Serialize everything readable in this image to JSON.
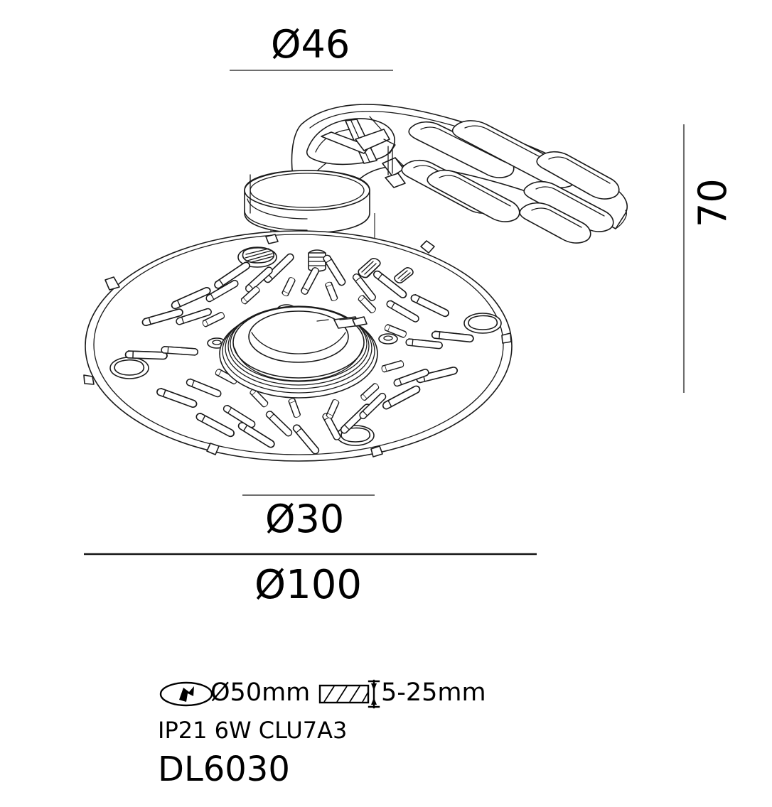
{
  "drawing": {
    "title": "DL6030 recessed downlight dimensional drawing",
    "view": "isometric-exploded",
    "line_color": "#1a1a1a",
    "dim_line_color": "#6e6e6e",
    "background": "#ffffff"
  },
  "dimensions": {
    "top": {
      "name": "fixture-body-diameter",
      "label": "Ø46",
      "value": 46,
      "unit": "mm"
    },
    "bottom_inner": {
      "name": "reflector-aperture-diameter",
      "label": "Ø30",
      "value": 30,
      "unit": "mm"
    },
    "outer": {
      "name": "trim-plate-diameter",
      "label": "Ø100",
      "value": 100,
      "unit": "mm"
    },
    "side": {
      "name": "overall-height",
      "label": "70",
      "value": 70,
      "unit": "mm"
    }
  },
  "specs": {
    "cutout": {
      "icon": "ceiling-cutout-icon",
      "label": "Ø50mm"
    },
    "thickness": {
      "icon": "ceiling-thickness-icon",
      "label": "5-25mm"
    },
    "rating": "IP21 6W  CLU7A3",
    "model": "DL6030"
  }
}
